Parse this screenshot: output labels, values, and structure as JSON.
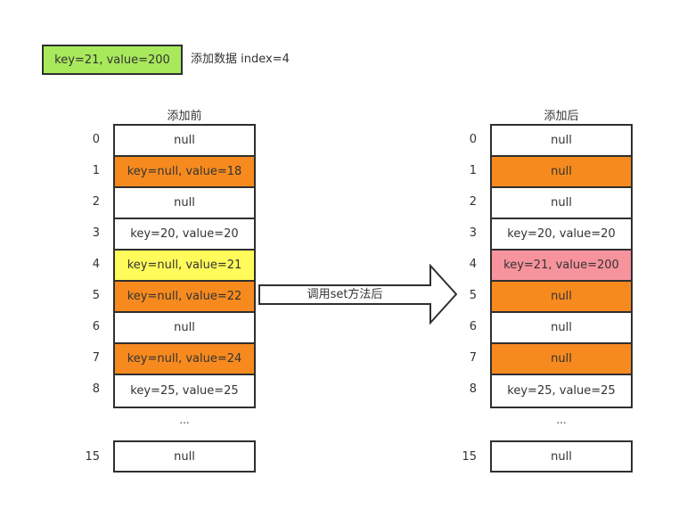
{
  "legend": {
    "box_label": "key=21, value=200",
    "action_label": "添加数据 index=4"
  },
  "arrow": {
    "label": "调用set方法后"
  },
  "colors": {
    "white": "#ffffff",
    "orange": "#f78a1e",
    "yellow": "#fffb5a",
    "pink": "#f7939c",
    "green": "#a8e95c",
    "border": "#2f2f2f"
  },
  "before": {
    "title": "添加前",
    "rows": [
      {
        "index": "0",
        "text": "null",
        "fill": "white"
      },
      {
        "index": "1",
        "text": "key=null, value=18",
        "fill": "orange"
      },
      {
        "index": "2",
        "text": "null",
        "fill": "white"
      },
      {
        "index": "3",
        "text": "key=20, value=20",
        "fill": "white"
      },
      {
        "index": "4",
        "text": "key=null, value=21",
        "fill": "yellow"
      },
      {
        "index": "5",
        "text": "key=null, value=22",
        "fill": "orange"
      },
      {
        "index": "6",
        "text": "null",
        "fill": "white"
      },
      {
        "index": "7",
        "text": "key=null, value=24",
        "fill": "orange"
      },
      {
        "index": "8",
        "text": "key=25, value=25",
        "fill": "white"
      }
    ],
    "ellipsis": "...",
    "tail": {
      "index": "15",
      "text": "null",
      "fill": "white"
    }
  },
  "after": {
    "title": "添加后",
    "rows": [
      {
        "index": "0",
        "text": "null",
        "fill": "white"
      },
      {
        "index": "1",
        "text": "null",
        "fill": "orange"
      },
      {
        "index": "2",
        "text": "null",
        "fill": "white"
      },
      {
        "index": "3",
        "text": "key=20, value=20",
        "fill": "white"
      },
      {
        "index": "4",
        "text": "key=21, value=200",
        "fill": "pink"
      },
      {
        "index": "5",
        "text": "null",
        "fill": "orange"
      },
      {
        "index": "6",
        "text": "null",
        "fill": "white"
      },
      {
        "index": "7",
        "text": "null",
        "fill": "orange"
      },
      {
        "index": "8",
        "text": "key=25, value=25",
        "fill": "white"
      }
    ],
    "ellipsis": "...",
    "tail": {
      "index": "15",
      "text": "null",
      "fill": "white"
    }
  }
}
